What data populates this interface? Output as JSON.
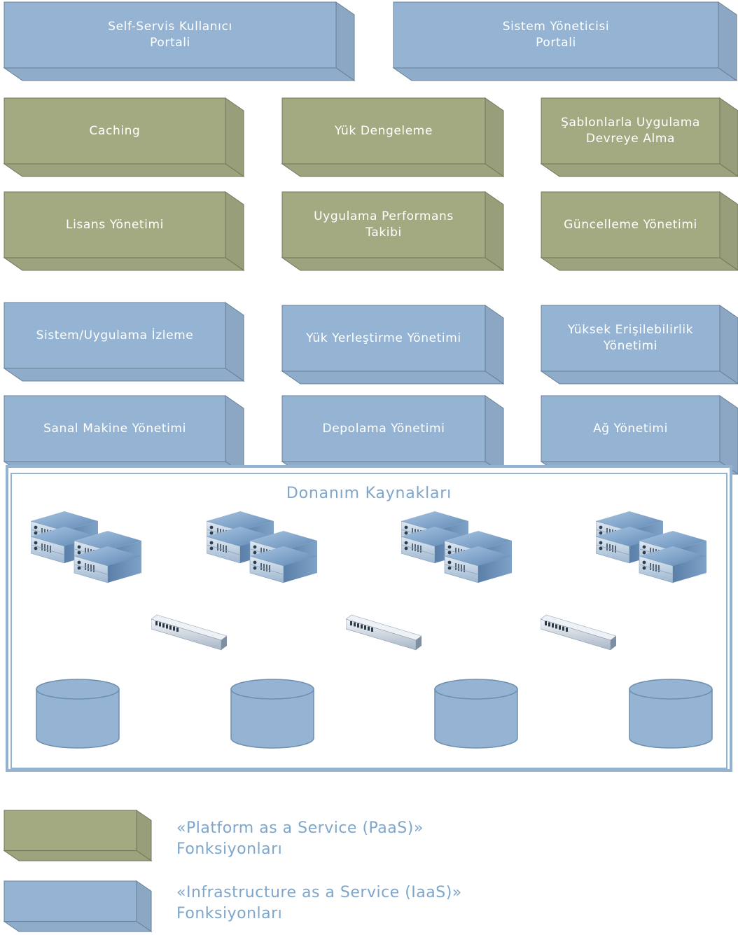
{
  "colors": {
    "paas": "#a3aa82",
    "iaas": "#95b4d3",
    "accent_text": "#7ea6cb"
  },
  "portals": {
    "self_service": "Self-Servis Kullanıcı\nPortali",
    "admin": "Sistem Yöneticisi\nPortali"
  },
  "paas": {
    "caching": "Caching",
    "load_balancing": "Yük Dengeleme",
    "template_deploy": "Şablonlarla Uygulama\nDevreye Alma",
    "license": "Lisans Yönetimi",
    "app_performance": "Uygulama Performans\nTakibi",
    "update": "Güncelleme Yönetimi"
  },
  "iaas": {
    "monitoring": "Sistem/Uygulama İzleme",
    "workload": "Yük Yerleştirme Yönetimi",
    "high_availability": "Yüksek Erişilebilirlik\nYönetimi",
    "vm": "Sanal Makine Yönetimi",
    "storage": "Depolama Yönetimi",
    "network": "Ağ Yönetimi"
  },
  "hardware": {
    "title": "Donanım Kaynakları",
    "icons": [
      "server-rack-icon",
      "network-switch-icon",
      "storage-cylinder-icon"
    ]
  },
  "legend": {
    "paas": "«Platform as a Service (PaaS)»\nFonksiyonları",
    "iaas": "«Infrastructure as a Service (IaaS)»\nFonksiyonları"
  }
}
